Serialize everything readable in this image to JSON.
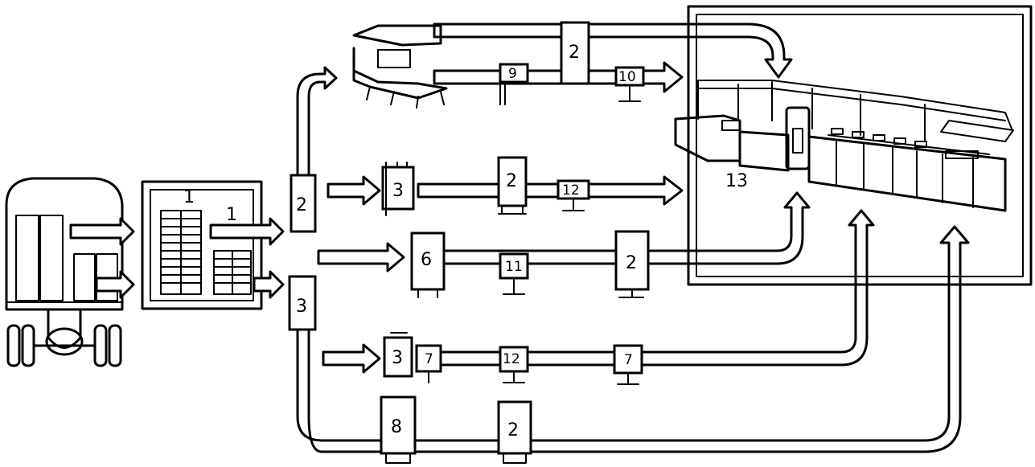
{
  "labels": {
    "store_1_top": "1",
    "store_1": "1",
    "dist_2": "2",
    "dist_3": "3",
    "top_2": "2",
    "top_9": "9",
    "top_10": "10",
    "row2_3": "3",
    "row2_2": "2",
    "row2_12": "12",
    "row3_6": "6",
    "row3_11": "11",
    "row3_2": "2",
    "row4_3": "3",
    "row4_7a": "7",
    "row4_12": "12",
    "row4_7b": "7",
    "row5_8": "8",
    "row5_2": "2",
    "hall_13": "13"
  }
}
